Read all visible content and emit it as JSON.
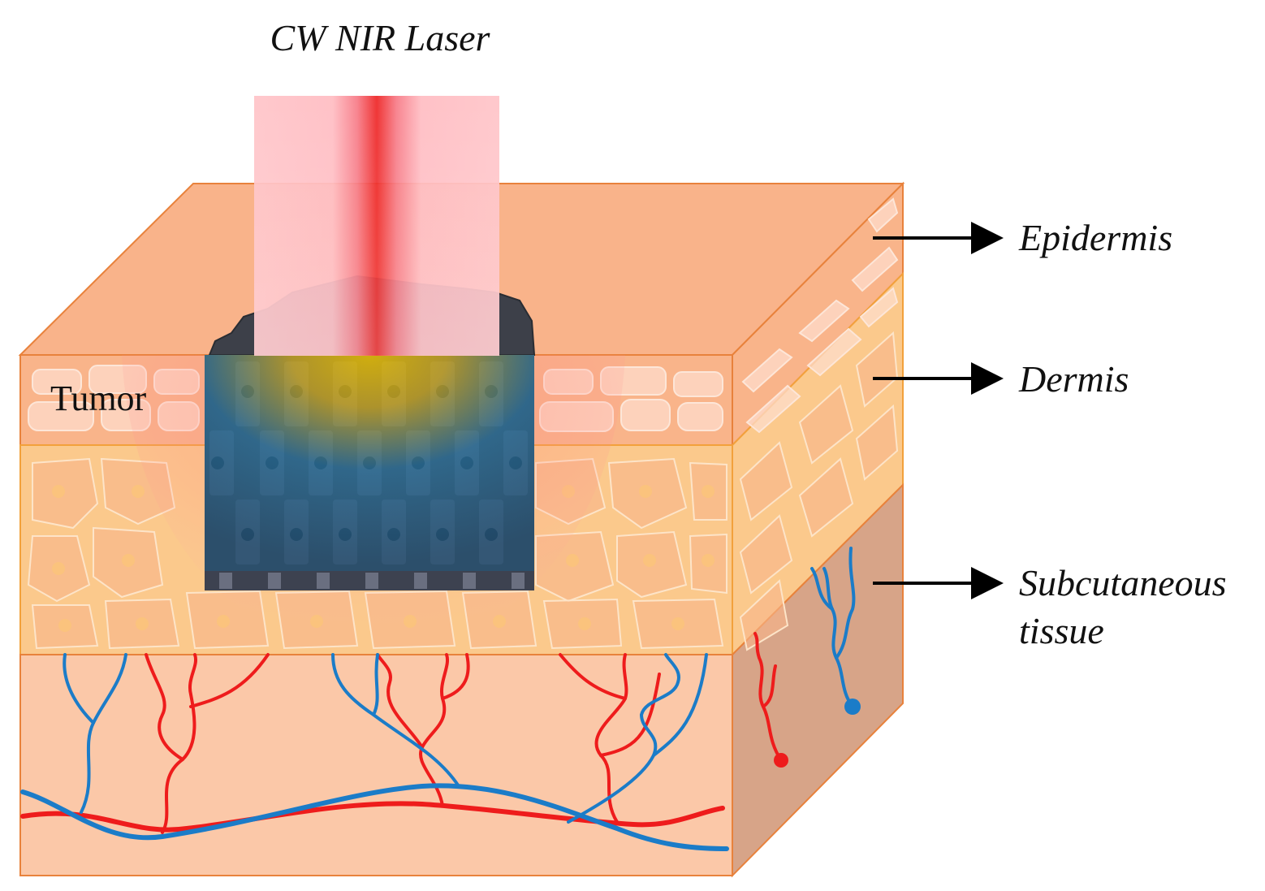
{
  "labels": {
    "laser": "CW NIR Laser",
    "tumor": "Tumor",
    "epidermis": "Epidermis",
    "dermis": "Dermis",
    "subcutaneous_line1": "Subcutaneous",
    "subcutaneous_line2": "tissue"
  },
  "colors": {
    "epidermis": "#f9b58a",
    "dermis": "#fbc98c",
    "subcutaneous_front": "#fbc8a8",
    "subcutaneous_side": "#d7a488",
    "top_face": "#f9b48a",
    "outline": "#e8823c",
    "artery": "#ee1c1c",
    "vein": "#1b7cc8",
    "laser_beam": "#ffb3ba",
    "laser_core": "#ee2020",
    "tumor_dark": "#3a3f4a",
    "heat_hot": "#f2c200",
    "heat_cool": "#1f6fa0"
  }
}
